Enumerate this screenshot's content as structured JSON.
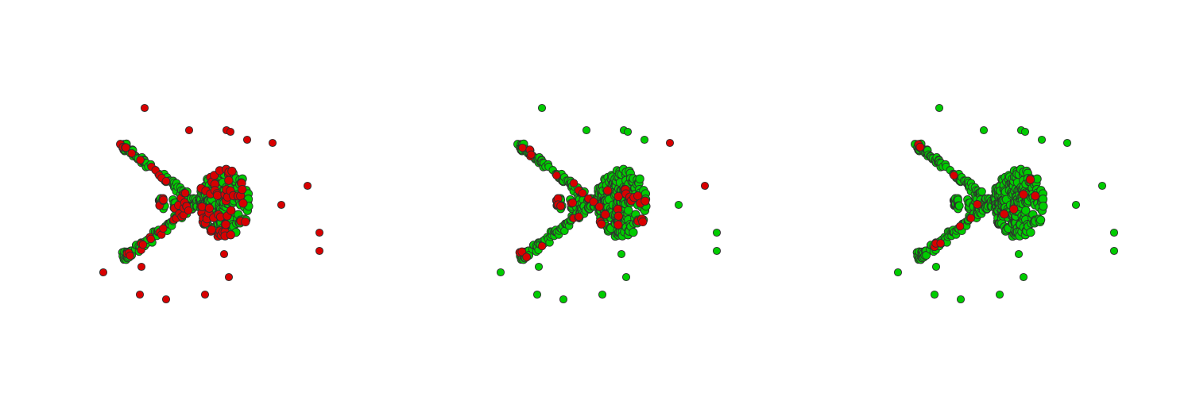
{
  "figure": {
    "colors": {
      "match": "#00cc00",
      "mismatch": "#d80000",
      "outline": "#2f2f2f",
      "background": "#ffffff"
    },
    "panels": [
      {
        "id": "panel-1",
        "mismatch_level": 0.22
      },
      {
        "id": "panel-2",
        "mismatch_level": 0.08
      },
      {
        "id": "panel-3",
        "mismatch_level": 0.04
      }
    ]
  }
}
